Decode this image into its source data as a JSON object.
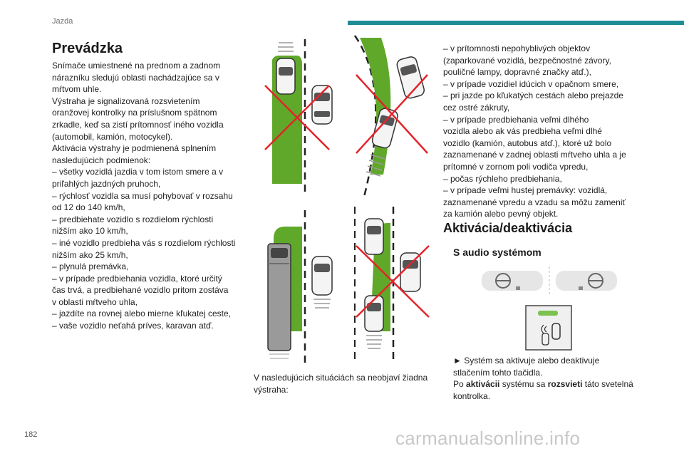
{
  "header": {
    "title": "Jazda"
  },
  "page_number": "182",
  "watermark": "carmanualsonline.info",
  "col1": {
    "heading": "Prevádzka",
    "lines": [
      "Snímače umiestnené na prednom a zadnom",
      "nárazníku sledujú oblasti nachádzajúce sa v",
      "mŕtvom uhle.",
      "Výstraha je signalizovaná rozsvietením",
      "oranžovej kontrolky na príslušnom spätnom",
      "zrkadle, keď sa zistí prítomnosť iného vozidla",
      "(automobil, kamión, motocykel).",
      "Aktivácia výstrahy je podmienená splnením",
      "nasledujúcich podmienok:",
      "–  všetky vozidlá jazdia v tom istom smere a v",
      "priľahlých jazdných pruhoch,",
      "–  rýchlosť vozidla sa musí pohybovať v rozsahu",
      "od 12 do 140 km/h,",
      "–  predbiehate vozidlo s rozdielom rýchlosti",
      "nižším ako 10 km/h,",
      "–  iné vozidlo predbieha vás s rozdielom rýchlosti",
      "nižším ako 25 km/h,",
      "–  plynulá premávka,",
      "–  v prípade predbiehania vozidla, ktoré určitý",
      "čas trvá, a predbiehané vozidlo pritom zostáva",
      "v oblasti mŕtveho uhla,",
      "–  jazdíte na rovnej alebo mierne kľukatej ceste,",
      "–  vaše vozidlo neťahá príves, karavan atď."
    ]
  },
  "col2": {
    "caption_lines": [
      "V nasledujúcich situáciách sa neobjaví žiadna",
      "výstraha:"
    ]
  },
  "col3": {
    "lines": [
      "–  v prítomnosti nepohyblivých objektov",
      "(zaparkované vozidlá, bezpečnostné závory,",
      "pouličné lampy, dopravné značky atď.),",
      "–  v prípade vozidiel idúcich v opačnom smere,",
      "–  pri jazde po kľukatých cestách alebo prejazde",
      "cez ostré zákruty,",
      "–  v prípade predbiehania veľmi dlhého",
      "vozidla alebo ak vás predbieha veľmi dlhé",
      "vozidlo (kamión, autobus atď.), ktoré už bolo",
      "zaznamenané v zadnej oblasti mŕtveho uhla a je",
      "prítomné v zornom poli vodiča vpredu,",
      "–  počas rýchleho predbiehania,",
      "–  v prípade veľmi hustej premávky: vozidlá,",
      "zaznamenané vpredu a vzadu sa môžu zameniť",
      "za kamión alebo pevný objekt."
    ],
    "heading": "Aktivácia/deaktivácia",
    "subheading": "S audio systémom",
    "act_l1": "►  Systém sa aktivuje alebo deaktivuje",
    "act_l2": "stlačením tohto tlačidla.",
    "act_l3a": "Po ",
    "act_l3b": "aktivácii",
    "act_l3c": " systému sa ",
    "act_l3d": "rozsvieti",
    "act_l3e": " táto svetelná",
    "act_l4": "kontrolka."
  },
  "colors": {
    "accent": "#1e8c94",
    "zone_green": "#5fa829",
    "cross_red": "#e3242b",
    "indicator_green": "#7cc24e"
  }
}
